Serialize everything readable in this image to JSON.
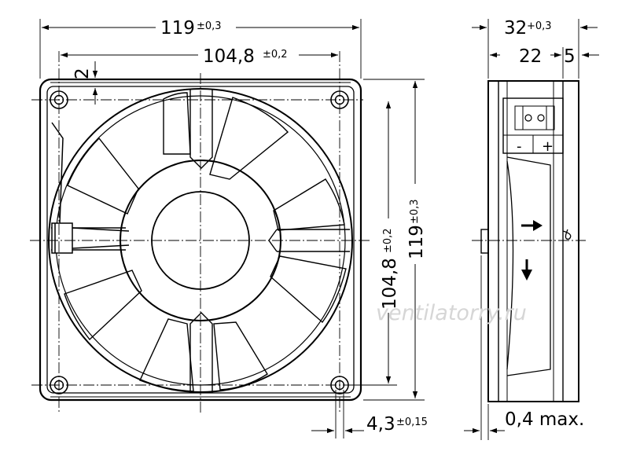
{
  "front_view": {
    "width_dim": "119",
    "width_tol": "±0,3",
    "hole_spacing_dim": "104,8",
    "hole_spacing_tol": "±0,2",
    "corner_dim": "2",
    "hole_spacing_v_dim": "104,8",
    "hole_spacing_v_tol": "±0,2",
    "height_dim": "119",
    "height_tol": "±0,3",
    "hole_diameter_dim": "4,3",
    "hole_diameter_tol": "±0,15"
  },
  "side_view": {
    "depth_dim": "32",
    "depth_tol": "+0,3",
    "body_dim": "22",
    "flange_dim": "5",
    "terminal_minus": "-",
    "terminal_plus": "+",
    "protrusion_dim": "0,4 max."
  },
  "watermark": "ventilatorry.ru",
  "icons": {
    "airflow": "arrow-right-icon",
    "rotation": "arrow-down-icon",
    "terminals": "terminal-block-icon"
  }
}
